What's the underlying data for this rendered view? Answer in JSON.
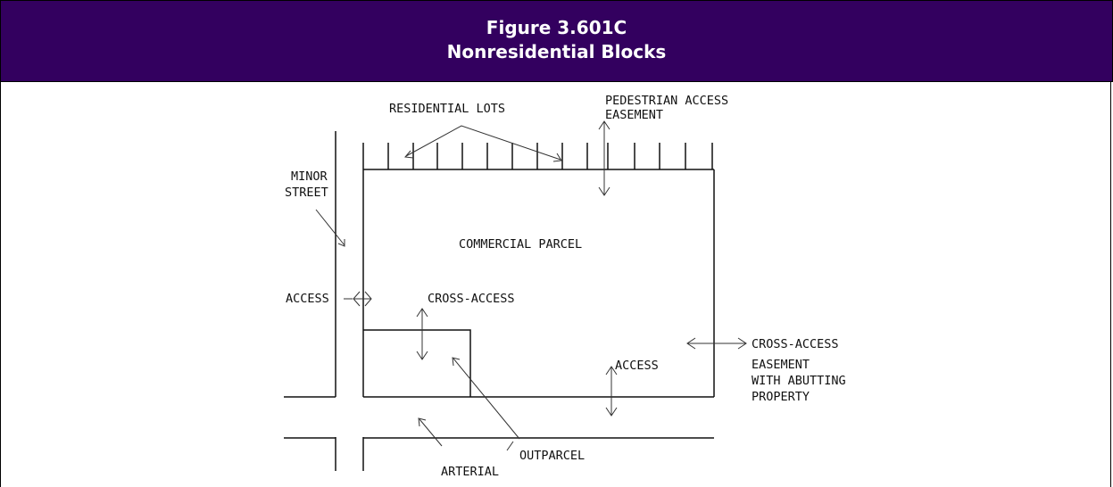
{
  "figure": {
    "number": "Figure 3.601C",
    "title": "Nonresidential Blocks"
  },
  "colors": {
    "header_bg": "#33005f",
    "header_text": "#ffffff",
    "line": "#111111"
  },
  "labels": {
    "residential_lots": "RESIDENTIAL LOTS",
    "pedestrian_access_1": "PEDESTRIAN ACCESS",
    "pedestrian_access_2": "EASEMENT",
    "minor_street_1": "MINOR",
    "minor_street_2": "STREET",
    "commercial_parcel": "COMMERCIAL PARCEL",
    "access_left": "ACCESS",
    "cross_access": "CROSS-ACCESS",
    "cross_access_easement_1": "CROSS-ACCESS",
    "cross_access_easement_2": "EASEMENT",
    "cross_access_easement_3": "WITH ABUTTING",
    "cross_access_easement_4": "PROPERTY",
    "access_bottom": "ACCESS",
    "outparcel": "OUTPARCEL",
    "arterial": "ARTERIAL"
  }
}
